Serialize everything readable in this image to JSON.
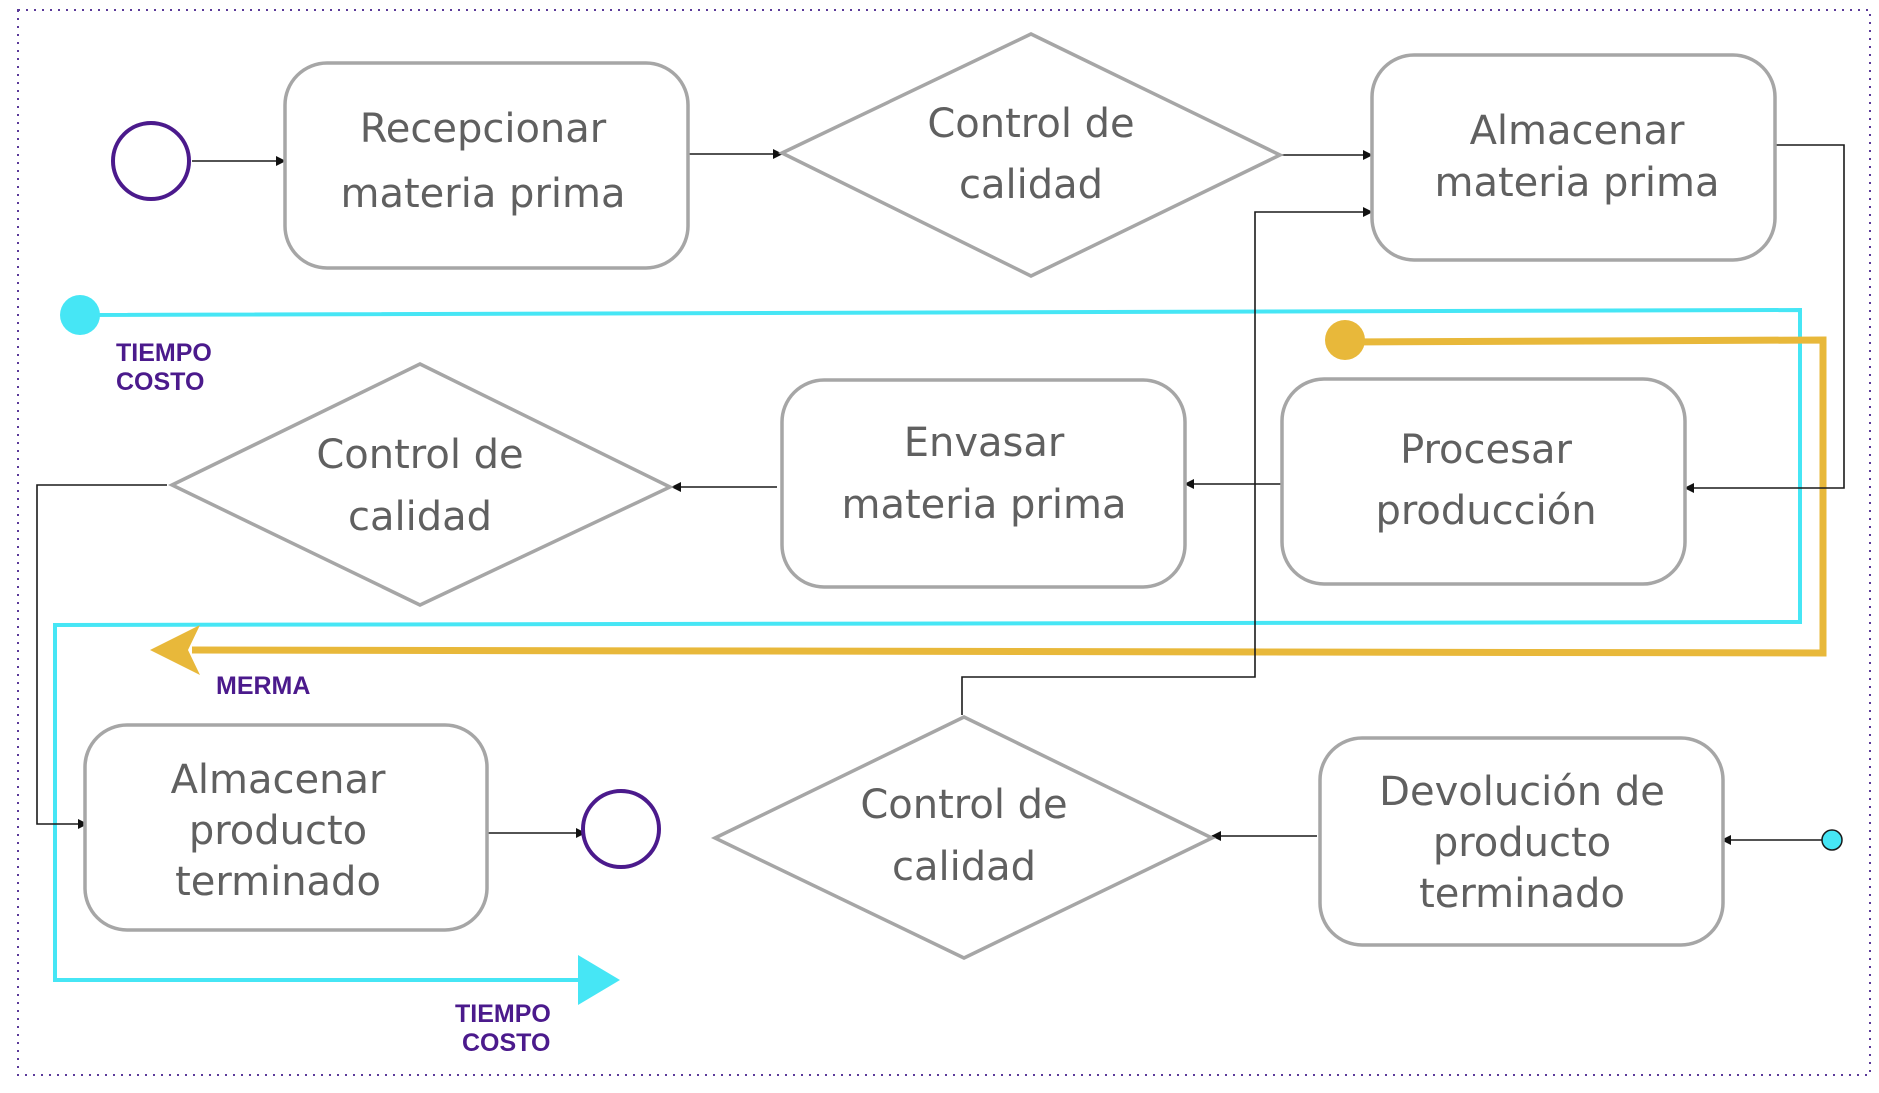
{
  "diagram": {
    "nodes": {
      "recepcionar": {
        "line1": "Recepcionar",
        "line2": "materia prima"
      },
      "control1": {
        "line1": "Control de",
        "line2": "calidad"
      },
      "almacenar_mp": {
        "line1": "Almacenar",
        "line2": "materia prima"
      },
      "procesar": {
        "line1": "Procesar",
        "line2": "producción"
      },
      "envasar": {
        "line1": "Envasar",
        "line2": "materia prima"
      },
      "control2": {
        "line1": "Control de",
        "line2": "calidad"
      },
      "almacenar_pt": {
        "line1": "Almacenar",
        "line2": "producto",
        "line3": "terminado"
      },
      "control3": {
        "line1": "Control de",
        "line2": "calidad"
      },
      "devolucion": {
        "line1": "Devolución de",
        "line2": "producto",
        "line3": "terminado"
      }
    },
    "labels": {
      "tiempo_top": "TIEMPO",
      "costo_top": "COSTO",
      "merma": "MERMA",
      "tiempo_bottom": "TIEMPO",
      "costo_bottom": "COSTO"
    },
    "colors": {
      "cyan_path": "#46e6f5",
      "gold_path": "#e8b83a",
      "node_border": "#a6a6a6",
      "node_text": "#606060",
      "tag_text": "#4b1a8c",
      "start_end_circle": "#4b1a8c",
      "frame_dots": "#5b3a9a"
    }
  }
}
